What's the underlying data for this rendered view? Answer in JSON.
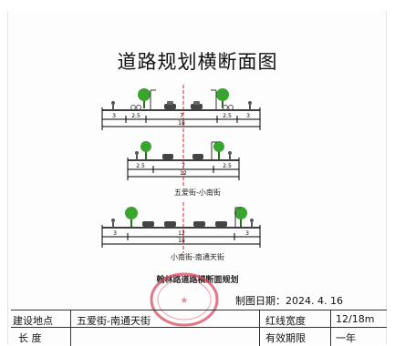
{
  "title": "道路规划横断面图",
  "section1": {
    "dims": [
      "3",
      "2.5",
      "7",
      "2.5",
      "3"
    ],
    "total": "18"
  },
  "section2": {
    "dims": [
      "2.5",
      "7",
      "2.5"
    ],
    "total": "12",
    "caption": "五爱街-小南街"
  },
  "section3": {
    "dims": [
      "3",
      "12",
      "3"
    ],
    "total": "18",
    "caption": "小南街-南通天街"
  },
  "plan_title": "翰林路道路横断面规划",
  "date_line": "制图日期：2024. 4. 16",
  "table": {
    "row1": [
      "建设地点",
      "五爱街-南通天街",
      "红线宽度",
      "12/18m"
    ],
    "row2": [
      "长  度",
      "",
      "有效期限",
      "一年"
    ]
  }
}
